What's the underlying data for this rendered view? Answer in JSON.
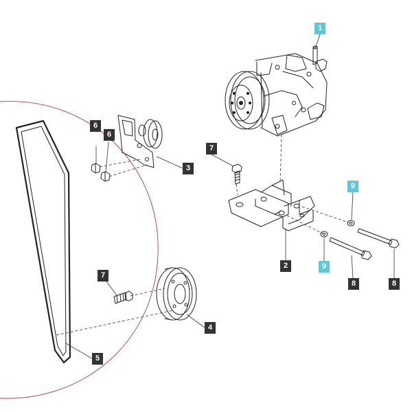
{
  "diagram": {
    "colors": {
      "line": "#222222",
      "callout_dark": "#333333",
      "callout_highlight": "#5ec8db",
      "detail_circle": "#b23a48"
    },
    "callouts": {
      "c1": "1",
      "c2": "2",
      "c3": "3",
      "c4": "4",
      "c5": "5",
      "c6a": "6",
      "c6b": "6",
      "c7a": "7",
      "c7b": "7",
      "c8a": "8",
      "c8b": "8",
      "c9a": "9",
      "c9b": "9"
    }
  }
}
